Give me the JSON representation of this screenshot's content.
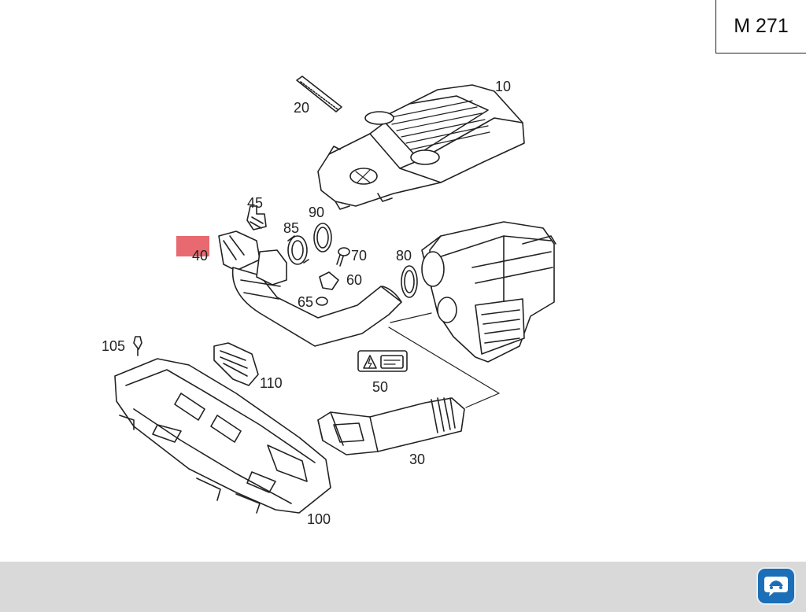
{
  "model_code": "M 271",
  "parts": {
    "p10": "10",
    "p20": "20",
    "p30": "30",
    "p40": "40",
    "p45": "45",
    "p50": "50",
    "p60": "60",
    "p65": "65",
    "p70": "70",
    "p80": "80",
    "p85": "85",
    "p90": "90",
    "p100": "100",
    "p105": "105",
    "p110": "110"
  },
  "colors": {
    "highlight": "#e8696f",
    "footer": "#d9d9d9",
    "logo": "#1b6fb8"
  },
  "icons": {
    "brand": "car-brand-logo-icon"
  }
}
